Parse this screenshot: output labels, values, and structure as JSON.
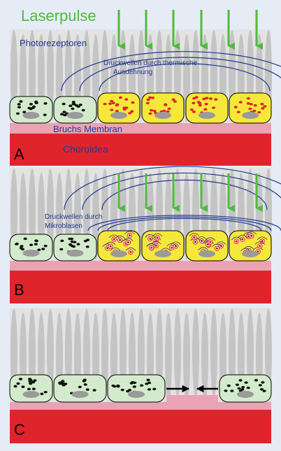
{
  "title": "Laserpulse",
  "labels": {
    "photoreceptors": "Photorezeptoren",
    "pressure_thermal_line1": "Druckwellen durch thermische",
    "pressure_thermal_line2": "Ausdehnung",
    "bruchs_membrane": "Bruchs Membran",
    "choroid": "Choroidea",
    "pressure_micro_line1": "Druckwellen durch",
    "pressure_micro_line2": "Mikroblasen"
  },
  "panels": [
    {
      "letter": "A"
    },
    {
      "letter": "B"
    },
    {
      "letter": "C"
    }
  ],
  "colors": {
    "background": "#e6ecf6",
    "panel": "#e3e3e3",
    "receptor": "#c4c4c4",
    "choroid": "#e0242b",
    "bruchs": "#e9a3b4",
    "rpe_normal": "#d3ebcc",
    "rpe_heated": "#f6e83a",
    "arrow": "#4fba3f",
    "wave": "#223a8f",
    "text_blue": "#223a8f"
  }
}
